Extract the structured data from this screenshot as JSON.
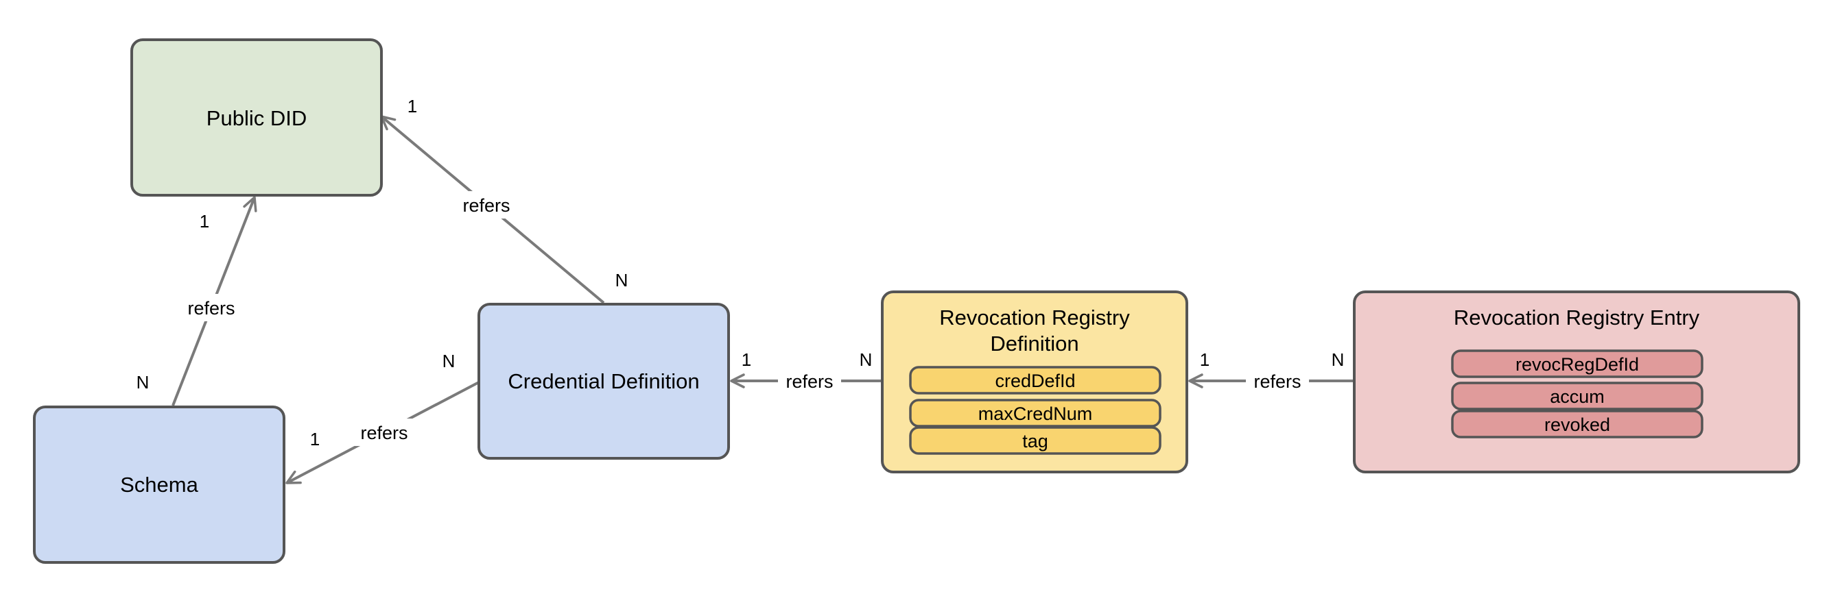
{
  "colors": {
    "stroke": "#555555",
    "edge": "#7a7a7a",
    "public_did_fill": "#dde8d5",
    "blue_fill": "#ccdaf3",
    "rev_def_fill": "#fbe5a2",
    "rev_def_field_fill": "#f9d46f",
    "rev_entry_fill": "#efcbcb",
    "rev_entry_field_fill": "#e09b9b",
    "label_bg": "#ffffff"
  },
  "nodes": {
    "public_did": {
      "title": "Public DID"
    },
    "schema": {
      "title": "Schema"
    },
    "cred_def": {
      "title": "Credential Definition"
    },
    "rev_reg_def": {
      "title_line1": "Revocation Registry",
      "title_line2": "Definition",
      "fields": [
        "credDefId",
        "maxCredNum",
        "tag"
      ]
    },
    "rev_reg_entry": {
      "title": "Revocation Registry Entry",
      "fields": [
        "revocRegDefId",
        "accum",
        "revoked"
      ]
    }
  },
  "edges": {
    "schema_to_did": {
      "label": "refers",
      "from_card": "N",
      "to_card": "1"
    },
    "creddef_to_did": {
      "label": "refers",
      "from_card": "N",
      "to_card": "1"
    },
    "creddef_to_schema": {
      "label": "refers",
      "from_card": "N",
      "to_card": "1"
    },
    "revdef_to_creddef": {
      "label": "refers",
      "from_card": "N",
      "to_card": "1"
    },
    "reventry_to_revdef": {
      "label": "refers",
      "from_card": "N",
      "to_card": "1"
    }
  }
}
